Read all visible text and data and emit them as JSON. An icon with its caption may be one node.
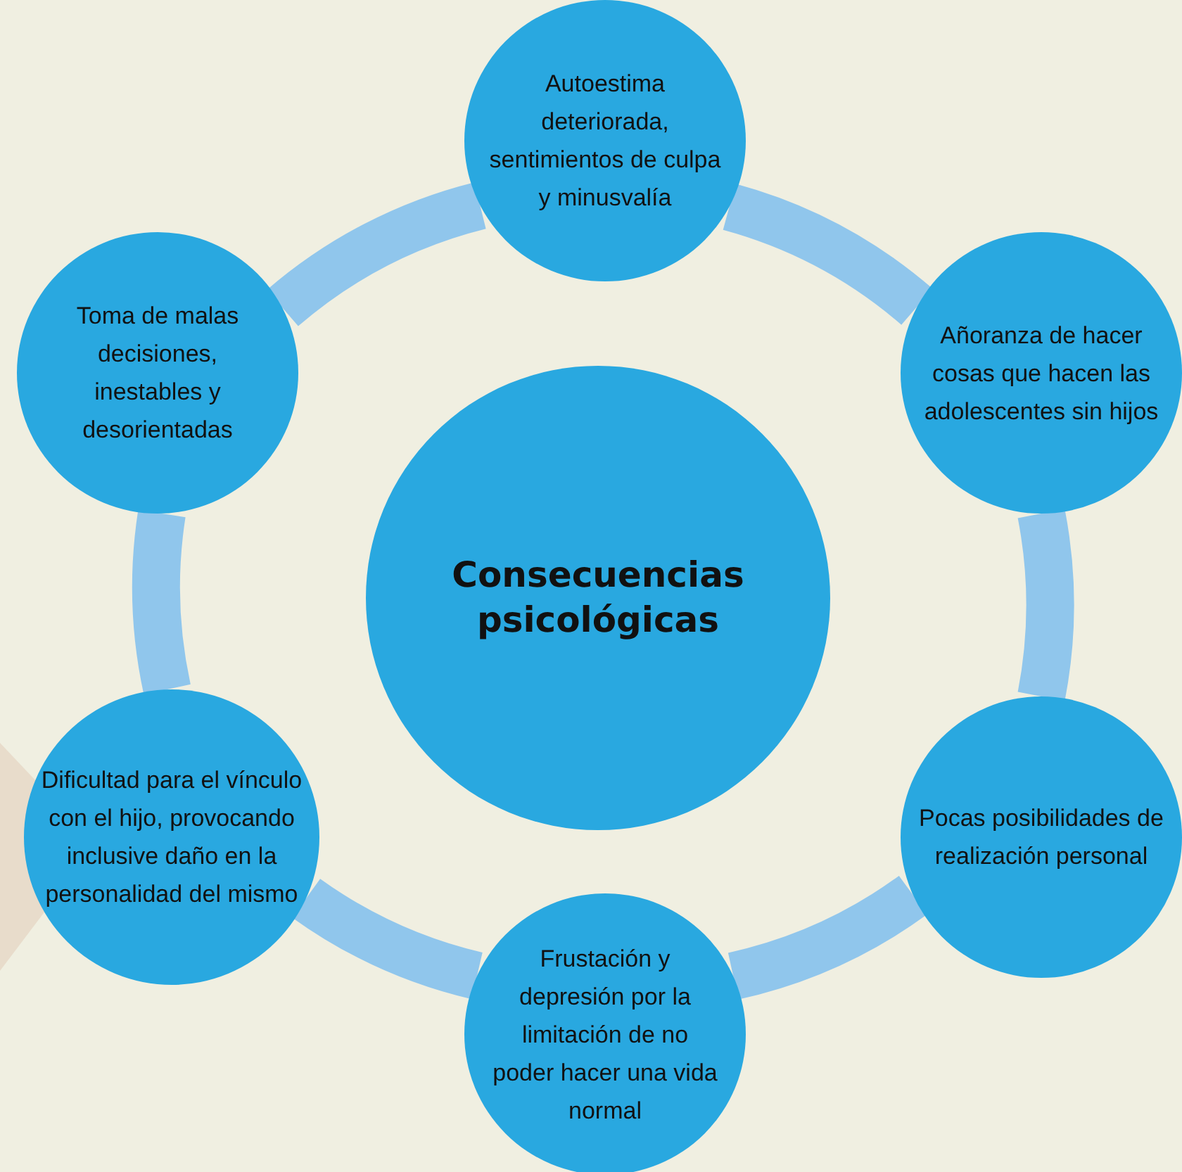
{
  "diagram": {
    "nodes": [
      {
        "text": [
          "Consecuencias psicológicas"
        ]
      },
      {
        "text": [
          "Autoestima deteriorada, sentimientos de culpa y minusvalía"
        ]
      },
      {
        "text": [
          "Añoranza de hacer cosas que hacen las adolescentes sin hijos"
        ]
      },
      {
        "text": [
          "Pocas posibilidades de realización personal"
        ]
      },
      {
        "text": [
          "Frustación y depresión por la limitación de no poder hacer una vida normal"
        ]
      },
      {
        "text": [
          "Dificultad para el vínculo con el hijo, provocando inclusive daño en la personalidad del mismo"
        ]
      },
      {
        "text": [
          "Toma de malas decisiones, inestables y desorientadas"
        ]
      }
    ],
    "edges": [
      {
        "from": 1,
        "to": 2,
        "arrow": "none"
      },
      {
        "from": 2,
        "to": 3,
        "arrow": "none"
      },
      {
        "from": 3,
        "to": 4,
        "arrow": "none"
      },
      {
        "from": 4,
        "to": 5,
        "arrow": "none"
      },
      {
        "from": 5,
        "to": 6,
        "arrow": "none"
      },
      {
        "from": 6,
        "to": 1,
        "arrow": "none"
      }
    ]
  }
}
